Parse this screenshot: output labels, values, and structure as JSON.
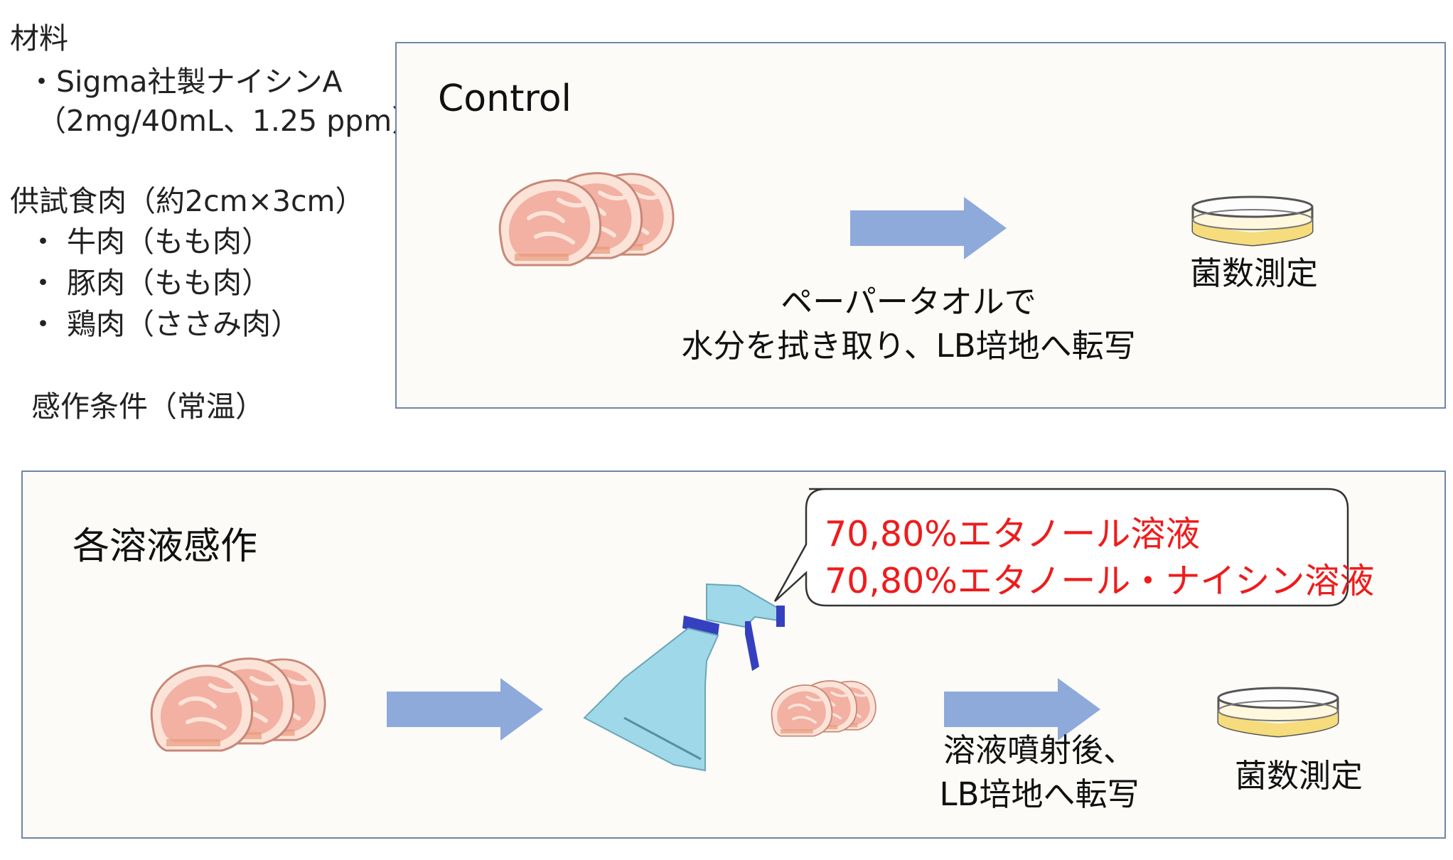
{
  "materials": {
    "heading": "材料",
    "nisin_line": "・Sigma社製ナイシンA",
    "concentration_line": "（2mg/40mL、1.25 ppm）",
    "meat_heading": "供試食肉（約2cm×3cm）",
    "meat_items": [
      "・ 牛肉（もも肉）",
      "・ 豚肉（もも肉）",
      "・ 鶏肉（ささみ肉）"
    ],
    "condition": "感作条件（常温）"
  },
  "control": {
    "title": "Control",
    "step_caption_1": "ペーパータオルで",
    "step_caption_2": "水分を拭き取り、LB培地へ転写",
    "result_label": "菌数測定"
  },
  "treatment": {
    "title": "各溶液感作",
    "solution_1": "70,80%エタノール溶液",
    "solution_2": "70,80%エタノール・ナイシン溶液",
    "step_caption_1": "溶液噴射後、",
    "step_caption_2": "LB培地へ転写",
    "result_label": "菌数測定"
  },
  "colors": {
    "arrow": "#8eaadb",
    "panel_border": "#6f86a8",
    "panel_bg": "#fcfbf7",
    "red_text": "#ee1c1c",
    "meat": "#f2b1a3",
    "fat": "#fbe3d8",
    "spray_bottle": "#9fd8e8",
    "spray_nozzle": "#3540c0",
    "agar": "#f6dc7c"
  }
}
